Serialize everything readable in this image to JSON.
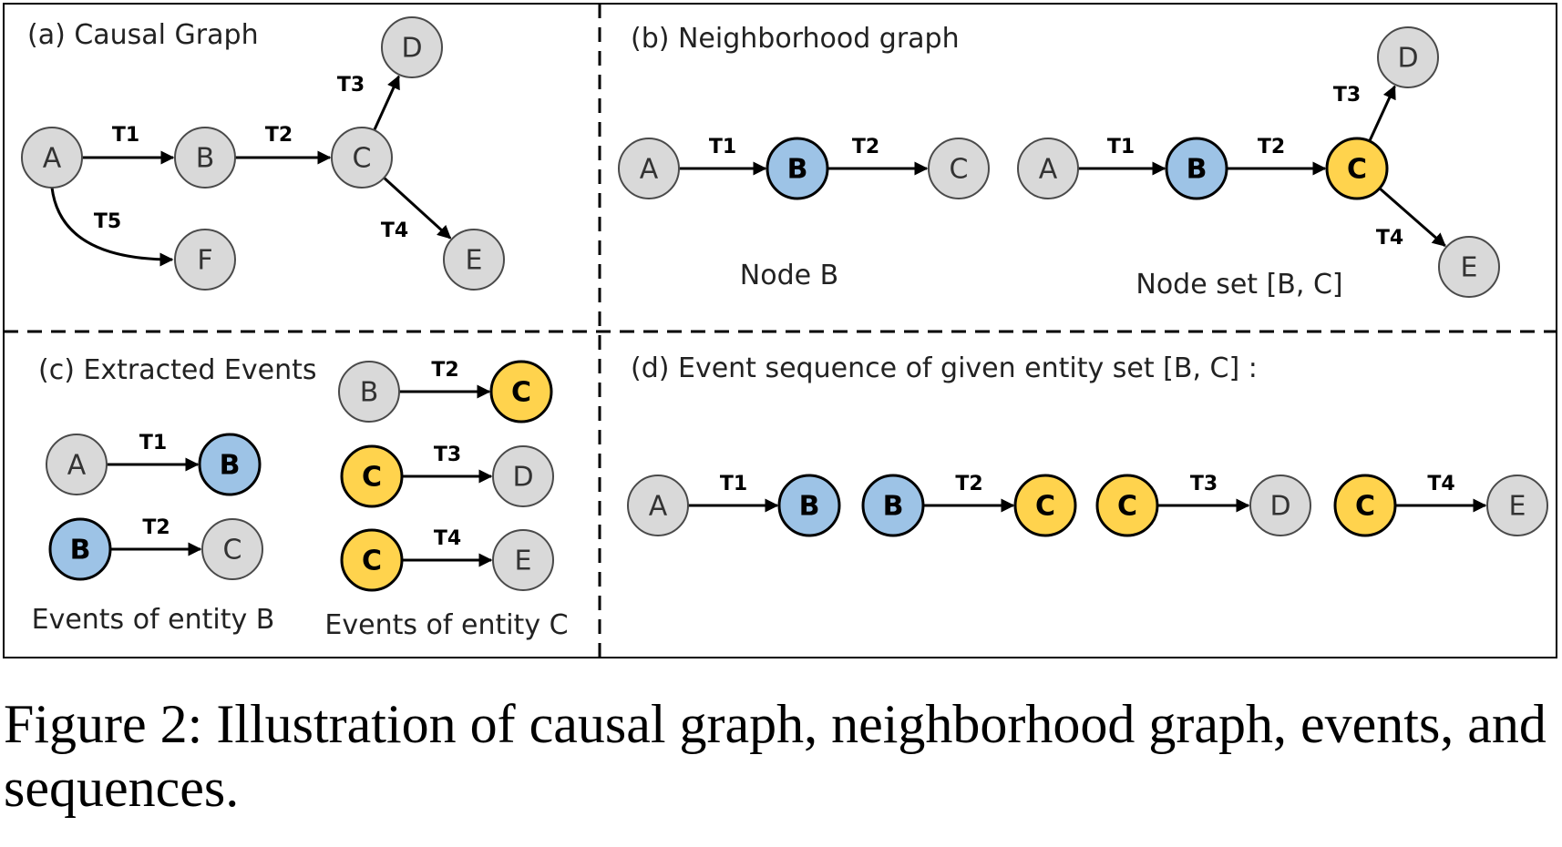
{
  "panels": {
    "a": {
      "title": "(a) Causal Graph",
      "nodes": {
        "A": {
          "t": "A",
          "c": "gray"
        },
        "B": {
          "t": "B",
          "c": "gray"
        },
        "C": {
          "t": "C",
          "c": "gray"
        },
        "D": {
          "t": "D",
          "c": "gray"
        },
        "E": {
          "t": "E",
          "c": "gray"
        },
        "F": {
          "t": "F",
          "c": "gray"
        }
      },
      "edges": [
        {
          "from": "A",
          "to": "B",
          "label": "T1"
        },
        {
          "from": "B",
          "to": "C",
          "label": "T2"
        },
        {
          "from": "C",
          "to": "D",
          "label": "T3"
        },
        {
          "from": "C",
          "to": "E",
          "label": "T4"
        },
        {
          "from": "A",
          "to": "F",
          "label": "T5"
        }
      ]
    },
    "b": {
      "title": "(b) Neighborhood graph",
      "left_caption": "Node B",
      "right_caption": "Node set [B, C]",
      "left_nodes": {
        "A": {
          "t": "A",
          "c": "gray"
        },
        "B": {
          "t": "B",
          "c": "blue"
        },
        "C": {
          "t": "C",
          "c": "gray"
        }
      },
      "left_edges": [
        {
          "from": "A",
          "to": "B",
          "label": "T1"
        },
        {
          "from": "B",
          "to": "C",
          "label": "T2"
        }
      ],
      "right_nodes": {
        "A": {
          "t": "A",
          "c": "gray"
        },
        "B": {
          "t": "B",
          "c": "blue"
        },
        "C": {
          "t": "C",
          "c": "yellow"
        },
        "D": {
          "t": "D",
          "c": "gray"
        },
        "E": {
          "t": "E",
          "c": "gray"
        }
      },
      "right_edges": [
        {
          "from": "A",
          "to": "B",
          "label": "T1"
        },
        {
          "from": "B",
          "to": "C",
          "label": "T2"
        },
        {
          "from": "C",
          "to": "D",
          "label": "T3"
        },
        {
          "from": "C",
          "to": "E",
          "label": "T4"
        }
      ]
    },
    "c": {
      "title": "(c) Extracted Events",
      "left_caption": "Events of entity B",
      "right_caption": "Events of entity C",
      "events_b": [
        {
          "from": {
            "t": "A",
            "c": "gray"
          },
          "to": {
            "t": "B",
            "c": "blue"
          },
          "label": "T1"
        },
        {
          "from": {
            "t": "B",
            "c": "blue"
          },
          "to": {
            "t": "C",
            "c": "gray"
          },
          "label": "T2"
        }
      ],
      "events_c": [
        {
          "from": {
            "t": "B",
            "c": "gray"
          },
          "to": {
            "t": "C",
            "c": "yellow"
          },
          "label": "T2"
        },
        {
          "from": {
            "t": "C",
            "c": "yellow"
          },
          "to": {
            "t": "D",
            "c": "gray"
          },
          "label": "T3"
        },
        {
          "from": {
            "t": "C",
            "c": "yellow"
          },
          "to": {
            "t": "E",
            "c": "gray"
          },
          "label": "T4"
        }
      ]
    },
    "d": {
      "title": "(d) Event sequence of given entity set [B, C] :",
      "sequence": [
        {
          "from": {
            "t": "A",
            "c": "gray"
          },
          "to": {
            "t": "B",
            "c": "blue"
          },
          "label": "T1"
        },
        {
          "from": {
            "t": "B",
            "c": "blue"
          },
          "to": {
            "t": "C",
            "c": "yellow"
          },
          "label": "T2"
        },
        {
          "from": {
            "t": "C",
            "c": "yellow"
          },
          "to": {
            "t": "D",
            "c": "gray"
          },
          "label": "T3"
        },
        {
          "from": {
            "t": "C",
            "c": "yellow"
          },
          "to": {
            "t": "E",
            "c": "gray"
          },
          "label": "T4"
        }
      ]
    }
  },
  "caption": "Figure 2: Illustration of causal graph, neighborhood graph, events, and sequences."
}
